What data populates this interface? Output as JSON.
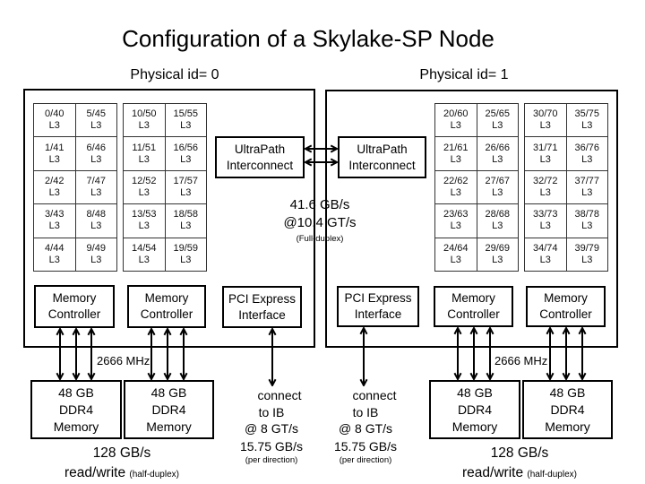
{
  "title": "Configuration of a Skylake-SP Node",
  "upi_link": {
    "bandwidth": "41.6 GB/s",
    "rate": "@10.4 GT/s",
    "duplex": "(Full-duplex)"
  },
  "sockets": [
    {
      "label": "Physical id= 0",
      "cache_label": "L3",
      "core_grids": [
        [
          [
            "0/40",
            "5/45"
          ],
          [
            "1/41",
            "6/46"
          ],
          [
            "2/42",
            "7/47"
          ],
          [
            "3/43",
            "8/48"
          ],
          [
            "4/44",
            "9/49"
          ]
        ],
        [
          [
            "10/50",
            "15/55"
          ],
          [
            "11/51",
            "16/56"
          ],
          [
            "12/52",
            "17/57"
          ],
          [
            "13/53",
            "18/58"
          ],
          [
            "14/54",
            "19/59"
          ]
        ]
      ],
      "upi": {
        "line1": "UltraPath",
        "line2": "Interconnect"
      },
      "memory_controllers": [
        {
          "line1": "Memory",
          "line2": "Controller"
        },
        {
          "line1": "Memory",
          "line2": "Controller"
        }
      ],
      "pcie": {
        "line1": "PCI Express",
        "line2": "Interface"
      },
      "memory_speed": "2666 MHz",
      "memory_modules": [
        {
          "size": "48 GB",
          "type": "DDR4",
          "label": "Memory"
        },
        {
          "size": "48 GB",
          "type": "DDR4",
          "label": "Memory"
        }
      ],
      "memory_bandwidth": "128 GB/s",
      "memory_mode": "read/write",
      "memory_duplex": "(half-duplex)",
      "pcie_link": {
        "line1": "connect",
        "line2": "to IB",
        "line3": "@ 8 GT/s",
        "line4": "15.75 GB/s",
        "line5": "(per direction)"
      }
    },
    {
      "label": "Physical id= 1",
      "cache_label": "L3",
      "core_grids": [
        [
          [
            "20/60",
            "25/65"
          ],
          [
            "21/61",
            "26/66"
          ],
          [
            "22/62",
            "27/67"
          ],
          [
            "23/63",
            "28/68"
          ],
          [
            "24/64",
            "29/69"
          ]
        ],
        [
          [
            "30/70",
            "35/75"
          ],
          [
            "31/71",
            "36/76"
          ],
          [
            "32/72",
            "37/77"
          ],
          [
            "33/73",
            "38/78"
          ],
          [
            "34/74",
            "39/79"
          ]
        ]
      ],
      "upi": {
        "line1": "UltraPath",
        "line2": "Interconnect"
      },
      "memory_controllers": [
        {
          "line1": "Memory",
          "line2": "Controller"
        },
        {
          "line1": "Memory",
          "line2": "Controller"
        }
      ],
      "pcie": {
        "line1": "PCI Express",
        "line2": "Interface"
      },
      "memory_speed": "2666 MHz",
      "memory_modules": [
        {
          "size": "48 GB",
          "type": "DDR4",
          "label": "Memory"
        },
        {
          "size": "48 GB",
          "type": "DDR4",
          "label": "Memory"
        }
      ],
      "memory_bandwidth": "128 GB/s",
      "memory_mode": "read/write",
      "memory_duplex": "(half-duplex)",
      "pcie_link": {
        "line1": "connect",
        "line2": "to IB",
        "line3": "@ 8 GT/s",
        "line4": "15.75 GB/s",
        "line5": "(per direction)"
      }
    }
  ]
}
